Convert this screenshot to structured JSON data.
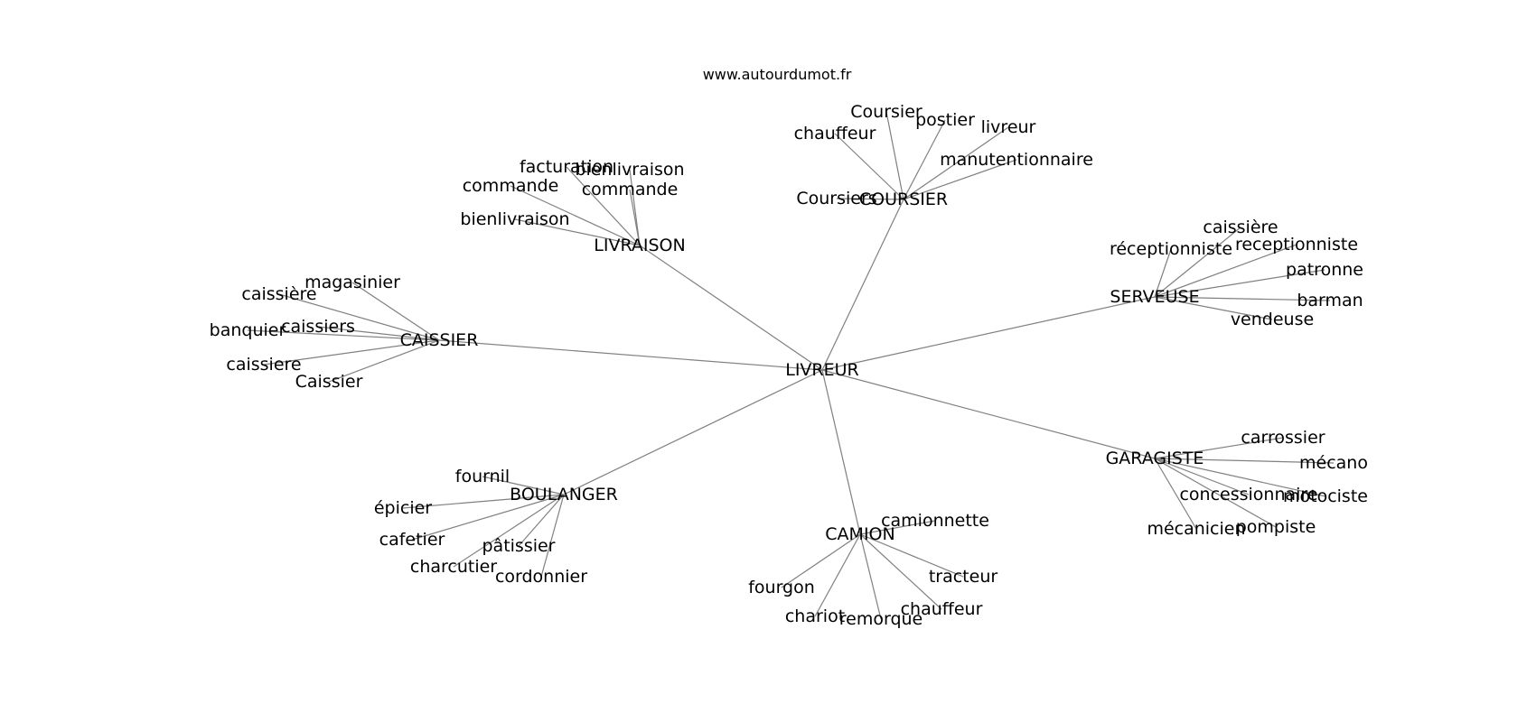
{
  "watermark": "www.autourdumot.fr",
  "root": {
    "id": "livreur",
    "label": "LIVREUR"
  },
  "hubs": [
    {
      "id": "livraison",
      "label": "LIVRAISON",
      "leaves": [
        "facturation",
        "bienlivraison",
        "commande",
        "commande",
        "bienlivraison"
      ]
    },
    {
      "id": "coursier",
      "label": "COURSIER",
      "leaves": [
        "Coursier",
        "postier",
        "livreur",
        "chauffeur",
        "manutentionnaire",
        "Coursiers"
      ]
    },
    {
      "id": "serveuse",
      "label": "SERVEUSE",
      "leaves": [
        "caissière",
        "réceptionniste",
        "receptionniste",
        "patronne",
        "barman",
        "vendeuse"
      ]
    },
    {
      "id": "caissier",
      "label": "CAISSIER",
      "leaves": [
        "magasinier",
        "caissière",
        "caissiers",
        "banquier",
        "caissiere",
        "Caissier"
      ]
    },
    {
      "id": "garagiste",
      "label": "GARAGISTE",
      "leaves": [
        "carrossier",
        "mécano",
        "concessionnaire",
        "motociste",
        "pompiste",
        "mécanicien"
      ]
    },
    {
      "id": "boulanger",
      "label": "BOULANGER",
      "leaves": [
        "fournil",
        "épicier",
        "cafetier",
        "pâtissier",
        "charcutier",
        "cordonnier"
      ]
    },
    {
      "id": "camion",
      "label": "CAMION",
      "leaves": [
        "camionnette",
        "tracteur",
        "fourgon",
        "chauffeur",
        "chariot",
        "remorque"
      ]
    }
  ]
}
